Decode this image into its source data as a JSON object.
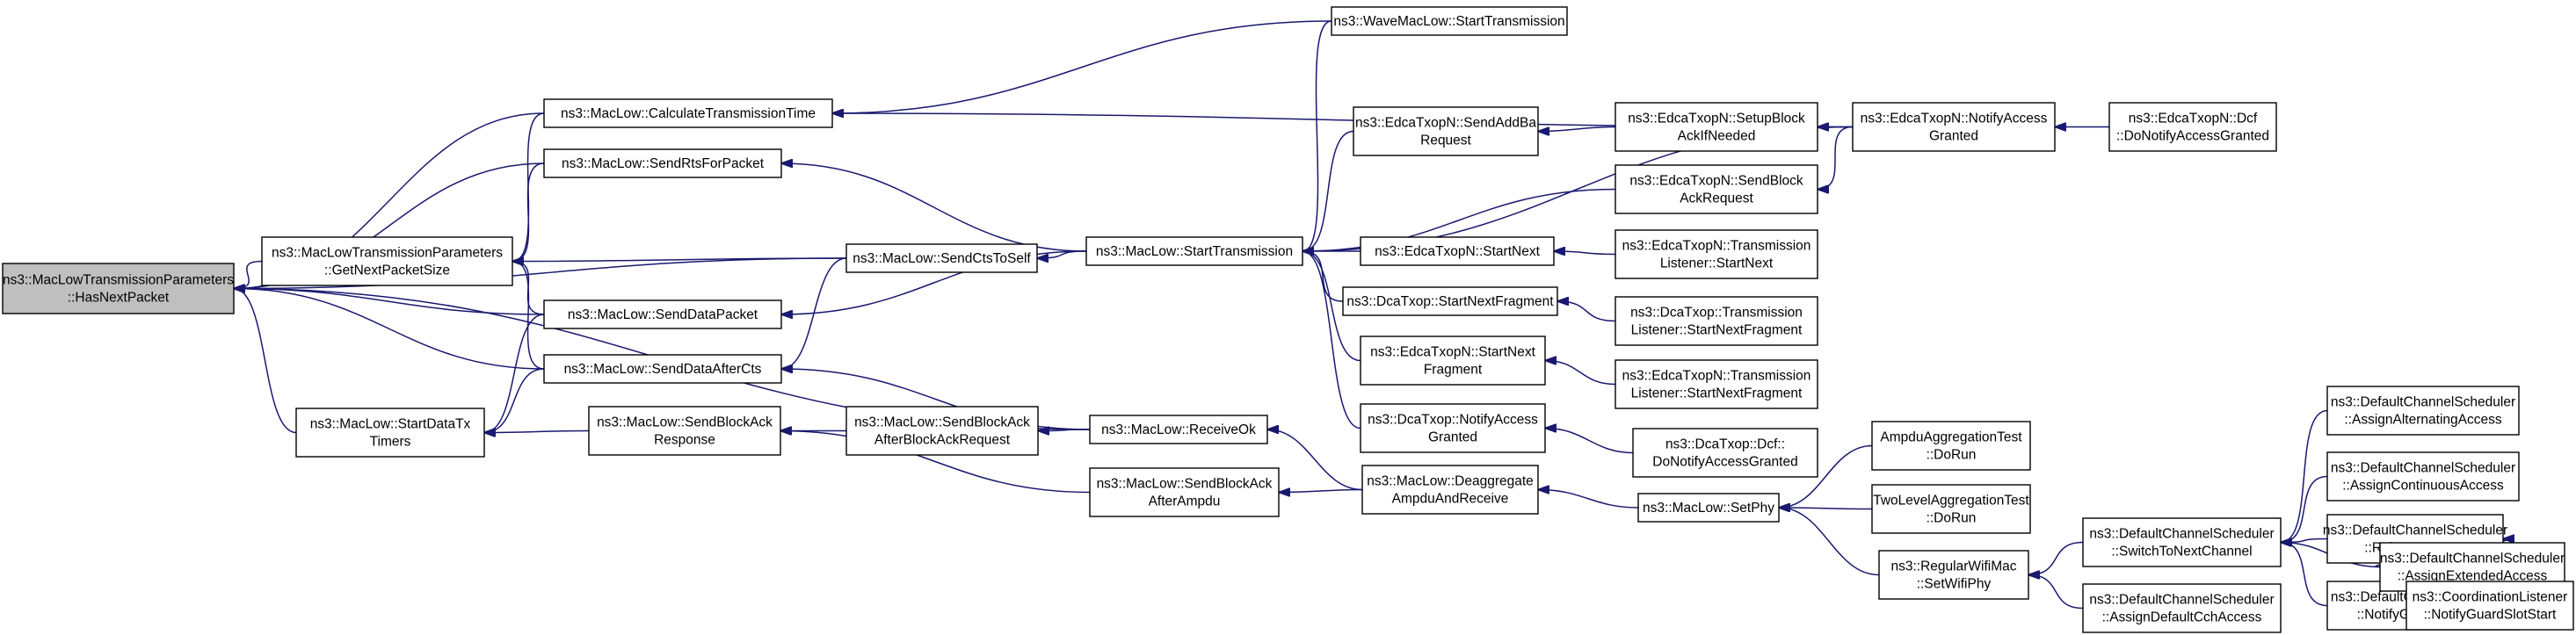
{
  "graph": {
    "type": "caller-graph",
    "colors": {
      "edge": "#191970",
      "root_fill": "#bfbfbf",
      "node_fill": "#ffffff",
      "border": "#000000"
    },
    "nodes": {
      "hasNextPacket": [
        "ns3::MacLowTransmissionParameters",
        "::HasNextPacket"
      ],
      "getNextPacketSize": [
        "ns3::MacLowTransmissionParameters",
        "::GetNextPacketSize"
      ],
      "startDataTxTimers": [
        "ns3::MacLow::StartDataTx",
        "Timers"
      ],
      "calcTxTime": [
        "ns3::MacLow::CalculateTransmissionTime"
      ],
      "sendRts": [
        "ns3::MacLow::SendRtsForPacket"
      ],
      "sendDataPacket": [
        "ns3::MacLow::SendDataPacket"
      ],
      "sendDataAfterCts": [
        "ns3::MacLow::SendDataAfterCts"
      ],
      "sendBlockAckResponse": [
        "ns3::MacLow::SendBlockAck",
        "Response"
      ],
      "sendCtsToSelf": [
        "ns3::MacLow::SendCtsToSelf"
      ],
      "sendBlockAckAfterReq": [
        "ns3::MacLow::SendBlockAck",
        "AfterBlockAckRequest"
      ],
      "receiveOk": [
        "ns3::MacLow::ReceiveOk"
      ],
      "sendBlockAckAfterAmpdu": [
        "ns3::MacLow::SendBlockAck",
        "AfterAmpdu"
      ],
      "startTransmission": [
        "ns3::MacLow::StartTransmission"
      ],
      "waveStartTx": [
        "ns3::WaveMacLow::StartTransmission"
      ],
      "edcaSendAddBa": [
        "ns3::EdcaTxopN::SendAddBa",
        "Request"
      ],
      "edcaStartNext": [
        "ns3::EdcaTxopN::StartNext"
      ],
      "dcaStartNextFragment": [
        "ns3::DcaTxop::StartNextFragment"
      ],
      "edcaStartNextFragment": [
        "ns3::EdcaTxopN::StartNext",
        "Fragment"
      ],
      "dcaNotifyAccessGranted": [
        "ns3::DcaTxop::NotifyAccess",
        "Granted"
      ],
      "deaggregate": [
        "ns3::MacLow::Deaggregate",
        "AmpduAndReceive"
      ],
      "edcaSetupBlockAck": [
        "ns3::EdcaTxopN::SetupBlock",
        "AckIfNeeded"
      ],
      "edcaSendBlockAckReq": [
        "ns3::EdcaTxopN::SendBlock",
        "AckRequest"
      ],
      "edcaTxListenerStartNext": [
        "ns3::EdcaTxopN::Transmission",
        "Listener::StartNext"
      ],
      "dcaTxListenerStartNextFragment": [
        "ns3::DcaTxop::Transmission",
        "Listener::StartNextFragment"
      ],
      "edcaTxListenerStartNextFragment": [
        "ns3::EdcaTxopN::Transmission",
        "Listener::StartNextFragment"
      ],
      "dcaDcfDoNotify": [
        "ns3::DcaTxop::Dcf::",
        "DoNotifyAccessGranted"
      ],
      "setPhy": [
        "ns3::MacLow::SetPhy"
      ],
      "edcaNotifyAccessGranted": [
        "ns3::EdcaTxopN::NotifyAccess",
        "Granted"
      ],
      "edcaDcfDoNotify": [
        "ns3::EdcaTxopN::Dcf",
        "::DoNotifyAccessGranted"
      ],
      "ampduAggTest": [
        "AmpduAggregationTest",
        "::DoRun"
      ],
      "twoLevelAggTest": [
        "TwoLevelAggregationTest",
        "::DoRun"
      ],
      "regularWifiSetWifiPhy": [
        "ns3::RegularWifiMac",
        "::SetWifiPhy"
      ],
      "dcsSwitchToNextChannel": [
        "ns3::DefaultChannelScheduler",
        "::SwitchToNextChannel"
      ],
      "dcsAssignDefaultCch": [
        "ns3::DefaultChannelScheduler",
        "::AssignDefaultCchAccess"
      ],
      "dcsAssignAlternating": [
        "ns3::DefaultChannelScheduler",
        "::AssignAlternatingAccess"
      ],
      "dcsAssignContinuous": [
        "ns3::DefaultChannelScheduler",
        "::AssignContinuousAccess"
      ],
      "dcsReleaseAccess": [
        "ns3::DefaultChannelScheduler",
        "::ReleaseAccess"
      ],
      "dcsNotifyGuardSlotStart": [
        "ns3::DefaultChannelScheduler",
        "::NotifyGuardSlotStart"
      ],
      "dcsAssignExtended": [
        "ns3::DefaultChannelScheduler",
        "::AssignExtendedAccess"
      ],
      "coordListenerNotifyGuardSlot": [
        "ns3::CoordinationListener",
        "::NotifyGuardSlotStart"
      ]
    },
    "edges": [
      [
        "getNextPacketSize",
        "hasNextPacket"
      ],
      [
        "startDataTxTimers",
        "hasNextPacket"
      ],
      [
        "calcTxTime",
        "hasNextPacket"
      ],
      [
        "sendRts",
        "hasNextPacket"
      ],
      [
        "sendCtsToSelf",
        "hasNextPacket"
      ],
      [
        "sendDataPacket",
        "hasNextPacket"
      ],
      [
        "sendDataAfterCts",
        "hasNextPacket"
      ],
      [
        "receiveOk",
        "hasNextPacket"
      ],
      [
        "calcTxTime",
        "getNextPacketSize"
      ],
      [
        "sendRts",
        "getNextPacketSize"
      ],
      [
        "sendCtsToSelf",
        "getNextPacketSize"
      ],
      [
        "sendDataPacket",
        "getNextPacketSize"
      ],
      [
        "sendDataAfterCts",
        "getNextPacketSize"
      ],
      [
        "sendDataPacket",
        "startDataTxTimers"
      ],
      [
        "sendDataAfterCts",
        "startDataTxTimers"
      ],
      [
        "sendBlockAckResponse",
        "startDataTxTimers"
      ],
      [
        "waveStartTx",
        "calcTxTime"
      ],
      [
        "edcaNotifyAccessGranted",
        "calcTxTime"
      ],
      [
        "startTransmission",
        "sendRts"
      ],
      [
        "startTransmission",
        "sendCtsToSelf"
      ],
      [
        "startTransmission",
        "sendDataPacket"
      ],
      [
        "receiveOk",
        "sendDataAfterCts"
      ],
      [
        "sendCtsToSelf",
        "sendDataAfterCts"
      ],
      [
        "sendBlockAckAfterReq",
        "sendBlockAckResponse"
      ],
      [
        "sendBlockAckAfterAmpdu",
        "sendBlockAckResponse"
      ],
      [
        "receiveOk",
        "sendBlockAckAfterReq"
      ],
      [
        "deaggregate",
        "receiveOk"
      ],
      [
        "deaggregate",
        "sendBlockAckAfterAmpdu"
      ],
      [
        "waveStartTx",
        "startTransmission"
      ],
      [
        "edcaSendAddBa",
        "startTransmission"
      ],
      [
        "edcaSendBlockAckReq",
        "startTransmission"
      ],
      [
        "edcaNotifyAccessGranted",
        "startTransmission"
      ],
      [
        "edcaStartNext",
        "startTransmission"
      ],
      [
        "dcaStartNextFragment",
        "startTransmission"
      ],
      [
        "edcaStartNextFragment",
        "startTransmission"
      ],
      [
        "dcaNotifyAccessGranted",
        "startTransmission"
      ],
      [
        "edcaSetupBlockAck",
        "edcaSendAddBa"
      ],
      [
        "edcaNotifyAccessGranted",
        "edcaSetupBlockAck"
      ],
      [
        "edcaNotifyAccessGranted",
        "edcaSendBlockAckReq"
      ],
      [
        "edcaDcfDoNotify",
        "edcaNotifyAccessGranted"
      ],
      [
        "edcaTxListenerStartNext",
        "edcaStartNext"
      ],
      [
        "dcaTxListenerStartNextFragment",
        "dcaStartNextFragment"
      ],
      [
        "edcaTxListenerStartNextFragment",
        "edcaStartNextFragment"
      ],
      [
        "dcaDcfDoNotify",
        "dcaNotifyAccessGranted"
      ],
      [
        "setPhy",
        "deaggregate"
      ],
      [
        "ampduAggTest",
        "setPhy"
      ],
      [
        "twoLevelAggTest",
        "setPhy"
      ],
      [
        "regularWifiSetWifiPhy",
        "setPhy"
      ],
      [
        "dcsSwitchToNextChannel",
        "regularWifiSetWifiPhy"
      ],
      [
        "dcsAssignDefaultCch",
        "regularWifiSetWifiPhy"
      ],
      [
        "dcsAssignAlternating",
        "dcsSwitchToNextChannel"
      ],
      [
        "dcsAssignContinuous",
        "dcsSwitchToNextChannel"
      ],
      [
        "dcsReleaseAccess",
        "dcsSwitchToNextChannel"
      ],
      [
        "dcsAssignExtended",
        "dcsSwitchToNextChannel"
      ],
      [
        "dcsNotifyGuardSlotStart",
        "dcsSwitchToNextChannel"
      ],
      [
        "dcsAssignExtended",
        "dcsReleaseAccess"
      ],
      [
        "coordListenerNotifyGuardSlot",
        "dcsNotifyGuardSlotStart"
      ]
    ]
  }
}
